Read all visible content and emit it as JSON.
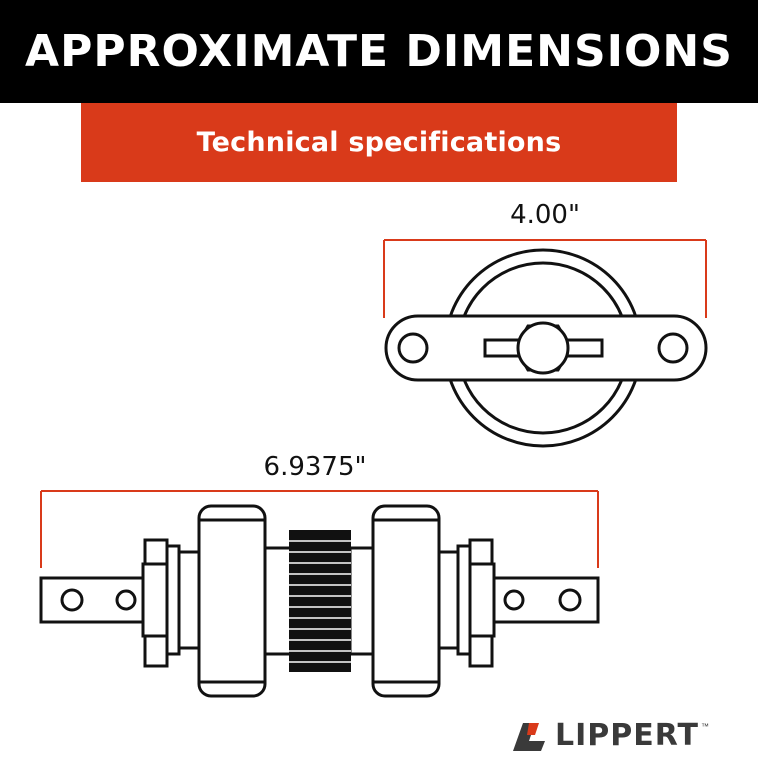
{
  "header": {
    "title": "APPROXIMATE DIMENSIONS"
  },
  "subtitle": {
    "text": "Technical specifications"
  },
  "dimensions": {
    "top_width": "4.00\"",
    "bottom_length": "6.9375\""
  },
  "brand": {
    "name": "LIPPERT",
    "trademark": "™"
  },
  "colors": {
    "header_bg": "#000000",
    "accent": "#d93a1a",
    "dimension_line": "#d93a1a",
    "line": "#111111",
    "logo_gray": "#3a3a3a"
  },
  "icons": [
    "lippert-logo-icon"
  ]
}
